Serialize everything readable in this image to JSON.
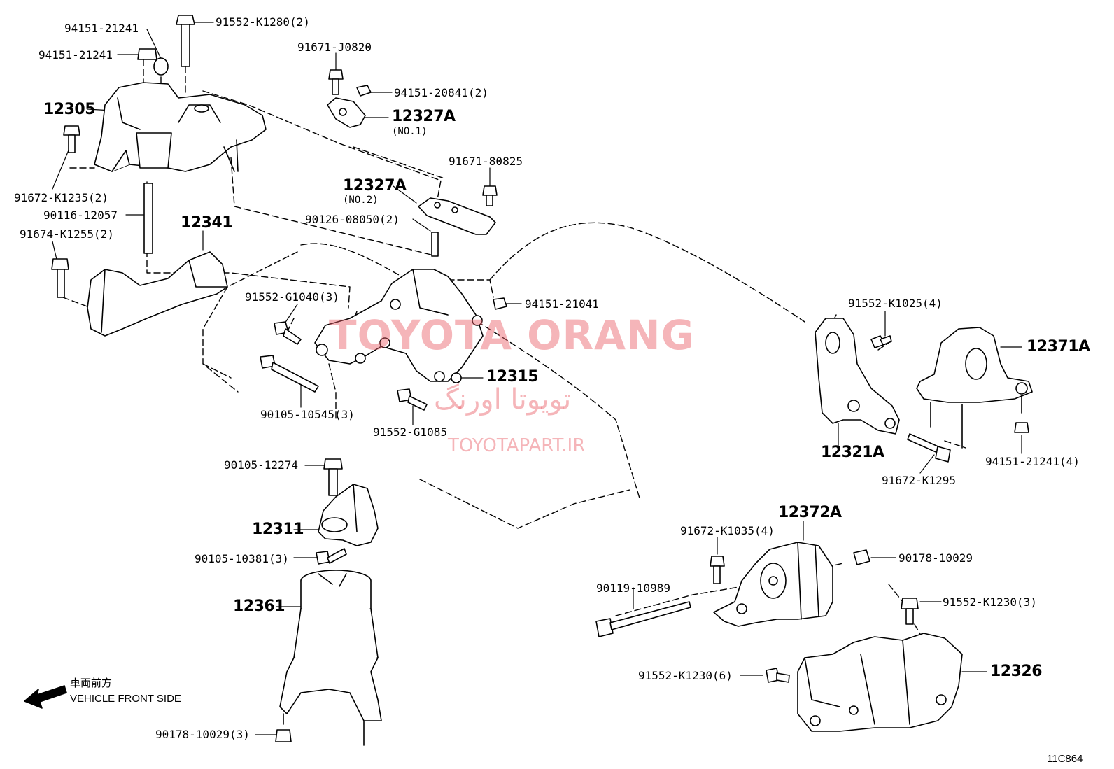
{
  "watermark": {
    "main": "TOYOTA ORANG",
    "persian": "تویوتا اورنگ",
    "site": "TOYOTAPART.IR"
  },
  "direction": {
    "japanese": "車両前方",
    "english": "VEHICLE FRONT SIDE"
  },
  "diagram_code": "11C864",
  "parts": {
    "p_94151_21241_a": "94151-21241",
    "p_94151_21241_b": "94151-21241",
    "p_91552_k1280": "91552-K1280(2)",
    "p_12305": "12305",
    "p_91672_k1235": "91672-K1235(2)",
    "p_90116_12057": "90116-12057",
    "p_91674_k1255": "91674-K1255(2)",
    "p_12341": "12341",
    "p_91671_j0820": "91671-J0820",
    "p_94151_20841": "94151-20841(2)",
    "p_12327a_1": "12327A",
    "p_12327a_1_sub": "(NO.1)",
    "p_91671_80825": "91671-80825",
    "p_12327a_2": "12327A",
    "p_12327a_2_sub": "(NO.2)",
    "p_90126_08050": "90126-08050(2)",
    "p_91552_g1040": "91552-G1040(3)",
    "p_94151_21041": "94151-21041",
    "p_12315": "12315",
    "p_90105_10545": "90105-10545(3)",
    "p_91552_g1085": "91552-G1085",
    "p_90105_12274": "90105-12274",
    "p_12311": "12311",
    "p_90105_10381": "90105-10381(3)",
    "p_12361": "12361",
    "p_90178_10029_3": "90178-10029(3)",
    "p_91552_k1025": "91552-K1025(4)",
    "p_12371a": "12371A",
    "p_12321a": "12321A",
    "p_91672_k1295": "91672-K1295",
    "p_94151_21241_4": "94151-21241(4)",
    "p_12372a": "12372A",
    "p_91672_k1035": "91672-K1035(4)",
    "p_90178_10029": "90178-10029",
    "p_90119_10989": "90119-10989",
    "p_91552_k1230_3": "91552-K1230(3)",
    "p_91552_k1230_6": "91552-K1230(6)",
    "p_12326": "12326"
  }
}
